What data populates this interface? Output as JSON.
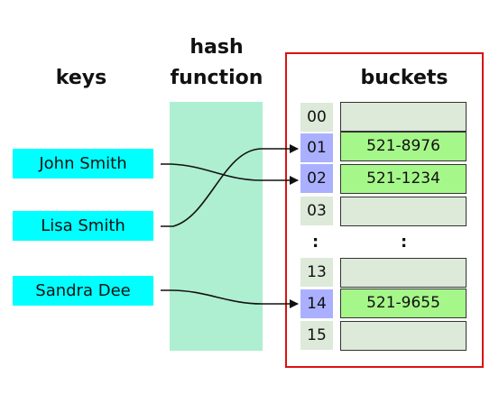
{
  "headings": {
    "keys": "keys",
    "hash_line1": "hash",
    "hash_line2": "function",
    "buckets": "buckets"
  },
  "keys": [
    "John Smith",
    "Lisa Smith",
    "Sandra Dee"
  ],
  "indices": [
    "00",
    "01",
    "02",
    "03",
    "13",
    "14",
    "15"
  ],
  "cells": [
    "",
    "521-8976",
    "521-1234",
    "",
    "",
    "521-9655",
    ""
  ],
  "ellipsis": {
    "index": ":",
    "cell": ":"
  },
  "mappings": [
    {
      "key": "John Smith",
      "bucket": "02"
    },
    {
      "key": "Lisa Smith",
      "bucket": "01"
    },
    {
      "key": "Sandra Dee",
      "bucket": "14"
    }
  ],
  "colors": {
    "key_fill": "#00ffff",
    "hash_band": "#aeeed1",
    "index_hl": "#aab0ff",
    "filled_cell": "#a6f78a",
    "empty_cell": "#dde9d9",
    "frame": "#dd1111"
  }
}
